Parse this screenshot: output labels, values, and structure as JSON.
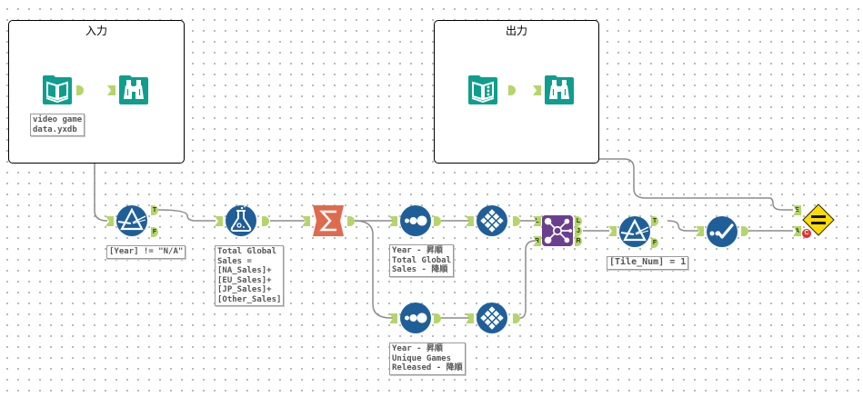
{
  "containers": [
    {
      "id": "input",
      "title": "入力"
    },
    {
      "id": "output",
      "title": "出力"
    }
  ],
  "tools": {
    "input_data": {
      "type": "input-data",
      "annotation": "video game\ndata.yxdb"
    },
    "browse_1": {
      "type": "browse"
    },
    "output_data": {
      "type": "output-data"
    },
    "browse_2": {
      "type": "browse"
    },
    "filter_1": {
      "type": "filter",
      "annotation": "[Year] != \"N/A\"",
      "anchors": {
        "true": "T",
        "false": "F"
      }
    },
    "formula_1": {
      "type": "formula",
      "annotation": "Total Global\nSales =\n[NA_Sales]+\n[EU_Sales]+\n[JP_Sales]+\n[Other_Sales]"
    },
    "summarize_1": {
      "type": "summarize"
    },
    "sort_1": {
      "type": "sort",
      "annotation": "Year - 昇順\nTotal Global\nSales - 降順"
    },
    "tile_1": {
      "type": "tile"
    },
    "sort_2": {
      "type": "sort",
      "annotation": "Year - 昇順\nUnique Games\nReleased - 降順"
    },
    "tile_2": {
      "type": "tile"
    },
    "join_1": {
      "type": "join",
      "anchors": {
        "left_in": "L",
        "right_in": "R",
        "left_out": "L",
        "join_out": "J",
        "right_out": "R"
      }
    },
    "filter_2": {
      "type": "filter",
      "annotation": "[Tile_Num] = 1",
      "anchors": {
        "true": "T",
        "false": "F"
      }
    },
    "select_1": {
      "type": "select"
    },
    "test_1": {
      "type": "test",
      "anchors": {
        "expected": "E",
        "actual": "A"
      },
      "badge": "C"
    }
  },
  "colors": {
    "teal": "#0f9e8e",
    "blue": "#1f5f99",
    "orange": "#e06a4e",
    "purple": "#6b3f8e",
    "yellow": "#ffdd00",
    "anchor": "#b5d56a",
    "wire": "#8c8c8c"
  }
}
